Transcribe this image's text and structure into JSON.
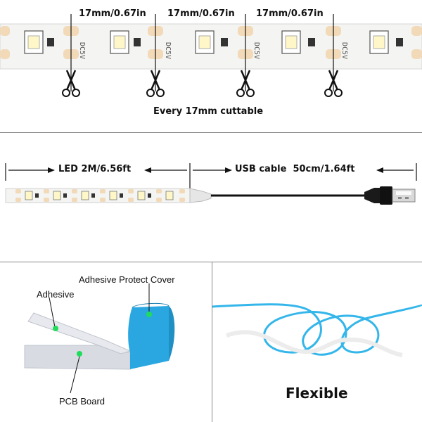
{
  "section_cut": {
    "measure_labels": [
      "17mm/0.67in",
      "17mm/0.67in",
      "17mm/0.67in"
    ],
    "strip_marking": "DC5V",
    "caption": "Every 17mm cuttable",
    "icons": [
      "scissors-icon",
      "scissors-icon",
      "scissors-icon",
      "scissors-icon"
    ]
  },
  "section_length": {
    "led_label": "LED 2M/6.56ft",
    "cable_label": "USB cable  50cm/1.64ft",
    "icons": [
      "usb-plug-icon"
    ]
  },
  "section_layers": {
    "adhesive_cover_label": "Adhesive Protect Cover",
    "adhesive_label": "Adhesive",
    "pcb_label": "PCB Board"
  },
  "section_flexible": {
    "caption": "Flexible"
  },
  "colors": {
    "strip_base": "#f4f4f2",
    "copper_pad": "#f2d9b8",
    "led_chip": "#fff7c8",
    "cover_blue": "#2aa7e0",
    "adhesive_gray": "#d8dbe2",
    "pointer_green": "#1fdc5a"
  }
}
